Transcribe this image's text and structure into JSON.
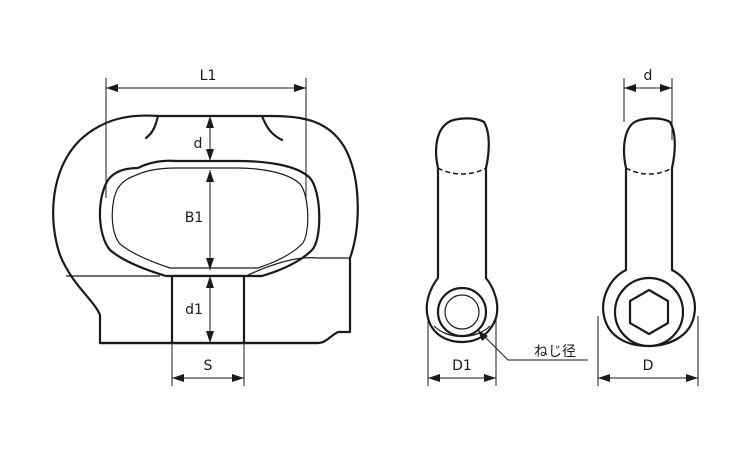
{
  "labels": {
    "L1": "L1",
    "d_front": "d",
    "B1": "B1",
    "d1": "d1",
    "S": "S",
    "D1": "D1",
    "thread": "ねじ径",
    "d_side": "d",
    "D": "D"
  }
}
